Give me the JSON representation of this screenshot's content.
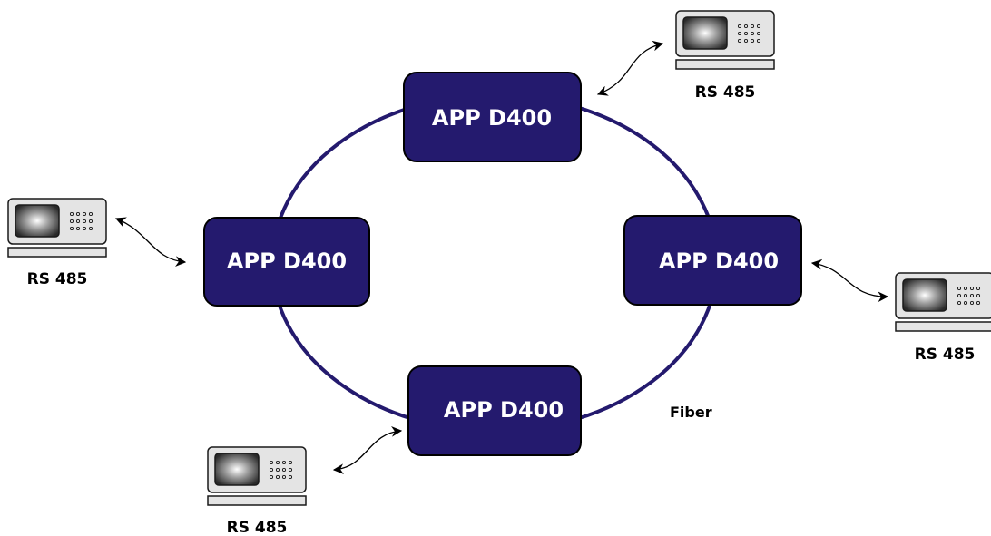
{
  "colors": {
    "node_fill": "#241a6e",
    "ring_stroke": "#241a6e",
    "terminal_body": "#e4e4e4",
    "terminal_outline": "#1a1a1a"
  },
  "nodes": [
    {
      "label": "APP D400"
    },
    {
      "label": "APP D400"
    },
    {
      "label": "APP D400"
    },
    {
      "label": "APP D400"
    }
  ],
  "terminals": [
    {
      "label": "RS 485",
      "icon": "computer-terminal-icon"
    },
    {
      "label": "RS 485",
      "icon": "computer-terminal-icon"
    },
    {
      "label": "RS 485",
      "icon": "computer-terminal-icon"
    },
    {
      "label": "RS 485",
      "icon": "computer-terminal-icon"
    }
  ],
  "ring": {
    "label": "Fiber"
  }
}
